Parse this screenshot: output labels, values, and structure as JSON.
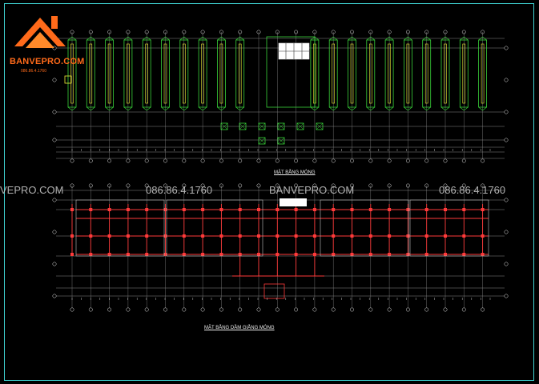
{
  "brand": {
    "logo_text": "BANVEPRO.COM",
    "logo_phone": "086.86.4.1760"
  },
  "watermarks": [
    "VEPRO.COM",
    "086.86.4.1760",
    "BANVEPRO.COM",
    "086.86.4.1760"
  ],
  "titles": {
    "foundation_plan": "MẶT BẰNG MÓNG",
    "beam_plan": "MẶT BẰNG DẦM GIẰNG MÓNG"
  },
  "colors": {
    "background": "#000000",
    "frame": "#3fd3d3",
    "gridline": "#8a8a8a",
    "footing": "#3ad23a",
    "column": "#f0f03a",
    "beam": "#ff3a3a",
    "dimension": "#e8e8e8",
    "logo": "#ff6a1a"
  }
}
